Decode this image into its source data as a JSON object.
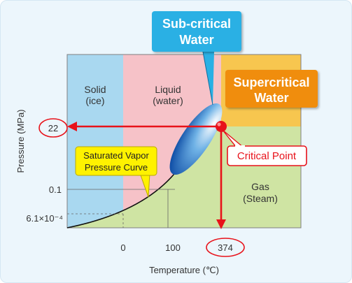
{
  "regions": {
    "solid": {
      "line1": "Solid",
      "line2": "(ice)"
    },
    "liquid": {
      "line1": "Liquid",
      "line2": "(water)"
    },
    "gas": {
      "line1": "Gas",
      "line2": "(Steam)"
    },
    "supercritical": {
      "line1": "Supercritical",
      "line2": "Water"
    }
  },
  "callouts": {
    "subcritical": {
      "line1": "Sub-critical",
      "line2": "Water"
    },
    "saturated_vapor": {
      "line1": "Saturated Vapor",
      "line2": "Pressure Curve"
    },
    "critical_point": "Critical Point"
  },
  "axes": {
    "y_label": "Pressure (MPa)",
    "y_ticks": {
      "p22": "22",
      "p01": "0.1",
      "p_triple": "6.1×10⁻⁴"
    },
    "x_label": "Temperature (℃)",
    "x_ticks": {
      "t0": "0",
      "t100": "100",
      "t374": "374"
    }
  },
  "colors": {
    "solid": "#a9d8f0",
    "liquid": "#f6c2c8",
    "gas": "#cfe4a3",
    "supercritical": "#f7c64f",
    "callout_blue": "#29b0e4",
    "callout_orange": "#f08d0a",
    "arrow_red": "#e8121a",
    "callout_yellow": "#fff200"
  }
}
